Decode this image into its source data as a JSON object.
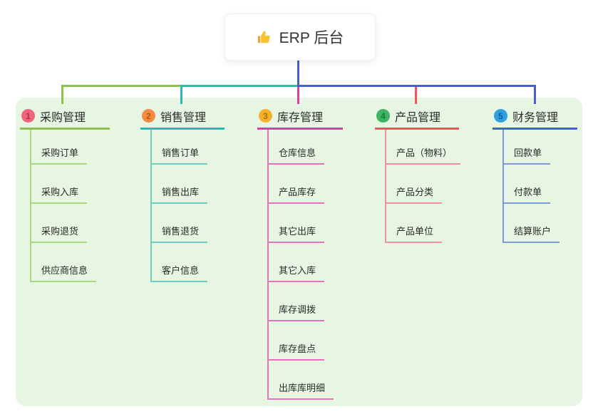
{
  "root": {
    "icon": "thumbs-up-icon",
    "label": "ERP 后台"
  },
  "colors": {
    "panel_bg": "#e7f6e2",
    "trunk_blue": "#4a5ed0",
    "branch_green": "#8cc152",
    "branch_teal": "#2bbbad",
    "branch_magenta": "#dd3f9f",
    "branch_red": "#f5515f",
    "branch_blue": "#3d63d4"
  },
  "branches": [
    {
      "index": "1",
      "label": "采购管理",
      "color": "#8cc152",
      "child_line_color": "#a8d87f",
      "badge_bg": "#f4647d",
      "badge_fg": "#a8334c",
      "children": [
        "采购订单",
        "采购入库",
        "采购退货",
        "供应商信息"
      ]
    },
    {
      "index": "2",
      "label": "销售管理",
      "color": "#2bbbad",
      "child_line_color": "#6fcdc2",
      "badge_bg": "#f68c44",
      "badge_fg": "#b05a10",
      "children": [
        "销售订单",
        "销售出库",
        "销售退货",
        "客户信息"
      ]
    },
    {
      "index": "3",
      "label": "库存管理",
      "color": "#dd3f9f",
      "child_line_color": "#e973bc",
      "badge_bg": "#f6b02a",
      "badge_fg": "#a57307",
      "children": [
        "仓库信息",
        "产品库存",
        "其它出库",
        "其它入库",
        "库存调拨",
        "库存盘点",
        "出库库明细"
      ]
    },
    {
      "index": "4",
      "label": "产品管理",
      "color": "#f5515f",
      "child_line_color": "#f58f9b",
      "badge_bg": "#3db463",
      "badge_fg": "#177a37",
      "children": [
        "产品（物料）",
        "产品分类",
        "产品单位"
      ]
    },
    {
      "index": "5",
      "label": "财务管理",
      "color": "#3d63d4",
      "child_line_color": "#7e98e0",
      "badge_bg": "#2fa0dd",
      "badge_fg": "#135f9c",
      "children": [
        "回款单",
        "付款单",
        "结算账户"
      ]
    }
  ]
}
